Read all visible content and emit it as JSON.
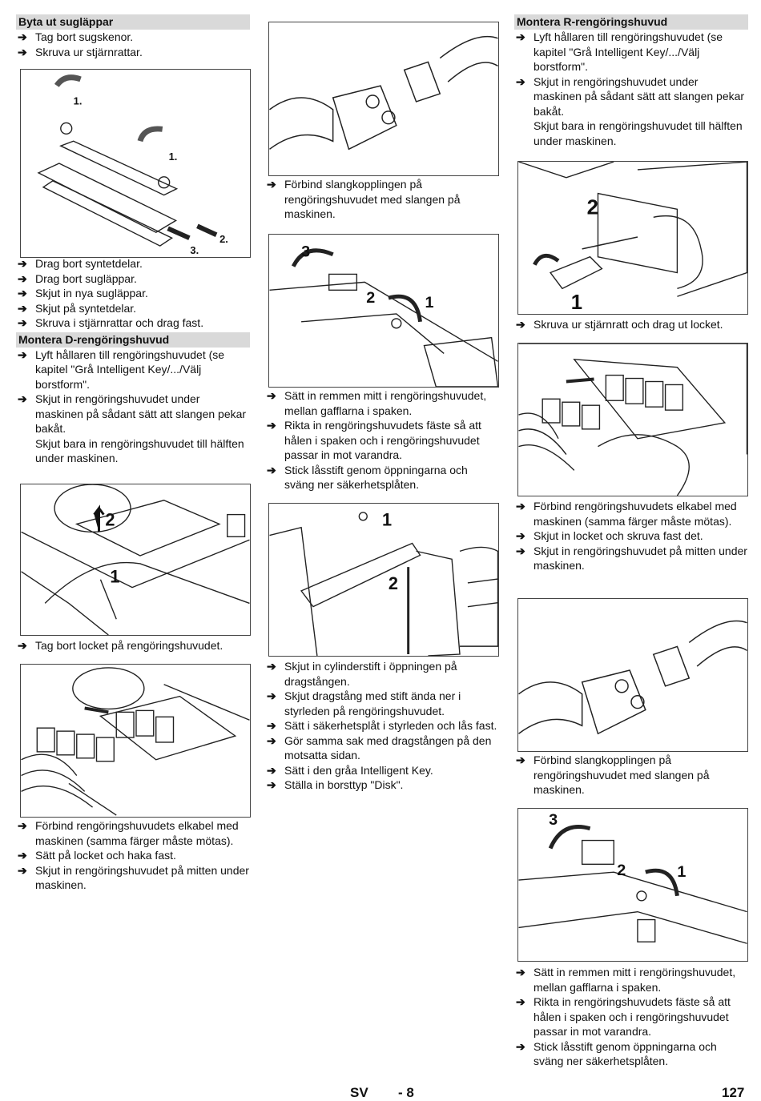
{
  "col1": {
    "h1": "Byta ut sugläppar",
    "s1": [
      "Tag bort sugskenor.",
      "Skruva ur stjärnrattar."
    ],
    "s2": [
      "Drag bort syntetdelar.",
      "Drag bort sugläppar.",
      "Skjut in nya sugläppar.",
      "Skjut på syntetdelar.",
      "Skruva i stjärnrattar och drag fast."
    ],
    "h2": "Montera D-rengöringshuvud",
    "s3a": "Lyft hållaren till rengöringshuvudet (se kapitel \"Grå Intelligent Key/.../Välj borstform\".",
    "s3b": "Skjut in rengöringshuvudet under maskinen på sådant sätt att slangen pekar bakåt.",
    "note": "Skjut bara in rengöringshuvudet till hälften under maskinen.",
    "s4": "Tag bort locket på rengöringshuvudet.",
    "s5": [
      "Förbind rengöringshuvudets elkabel med maskinen (samma färger måste mötas).",
      "Sätt på locket och haka fast.",
      "Skjut in rengöringshuvudet på mitten under maskinen."
    ]
  },
  "col2": {
    "s1": "Förbind slangkopplingen på rengöringshuvudet med slangen på maskinen.",
    "s2": [
      "Sätt in remmen mitt i rengöringshuvudet, mellan gafflarna i spaken.",
      "Rikta in rengöringshuvudets fäste så att hålen i spaken och i rengöringshuvudet passar in mot varandra.",
      "Stick låsstift genom öppningarna och sväng ner säkerhetsplåten."
    ],
    "s3": [
      "Skjut in cylinderstift i öppningen på dragstången.",
      "Skjut dragstång med stift ända ner i styrleden på rengöringshuvudet.",
      "Sätt i säkerhetsplåt i styrleden och lås fast.",
      "Gör samma sak med dragstången på den motsatta sidan.",
      "Sätt i den gråa Intelligent Key.",
      "Ställa in borsttyp \"Disk\"."
    ]
  },
  "col3": {
    "h1": "Montera R-rengöringshuvud",
    "s1a": "Lyft hållaren till rengöringshuvudet (se kapitel \"Grå Intelligent Key/.../Välj borstform\".",
    "s1b": "Skjut in rengöringshuvudet under maskinen på sådant sätt att slangen pekar bakåt.",
    "note": "Skjut bara in rengöringshuvudet till hälften under maskinen.",
    "s2": "Skruva ur stjärnratt och drag ut locket.",
    "s3": [
      "Förbind rengöringshuvudets elkabel med maskinen (samma färger måste mötas).",
      "Skjut in locket och skruva fast det.",
      "Skjut in rengöringshuvudet på mitten under maskinen."
    ],
    "s4": "Förbind slangkopplingen på rengöringshuvudet med slangen på maskinen.",
    "s5": [
      "Sätt in remmen mitt i rengöringshuvudet, mellan gafflarna i spaken.",
      "Rikta in rengöringshuvudets fäste så att hålen i spaken och i rengöringshuvudet passar in mot varandra.",
      "Stick låsstift genom öppningarna och sväng ner säkerhetsplåten."
    ]
  },
  "figs": {
    "f1": [
      "1.",
      "1.",
      "2.",
      "3."
    ],
    "f3": [
      "2",
      "1"
    ],
    "f6": [
      "3",
      "2",
      "1"
    ],
    "f7": [
      "1",
      "2"
    ],
    "f8": [
      "2",
      "1"
    ],
    "f11": [
      "3",
      "2",
      "1"
    ]
  },
  "footer": {
    "lang": "SV",
    "page": "- 8",
    "num": "127"
  },
  "arrow": "➔"
}
